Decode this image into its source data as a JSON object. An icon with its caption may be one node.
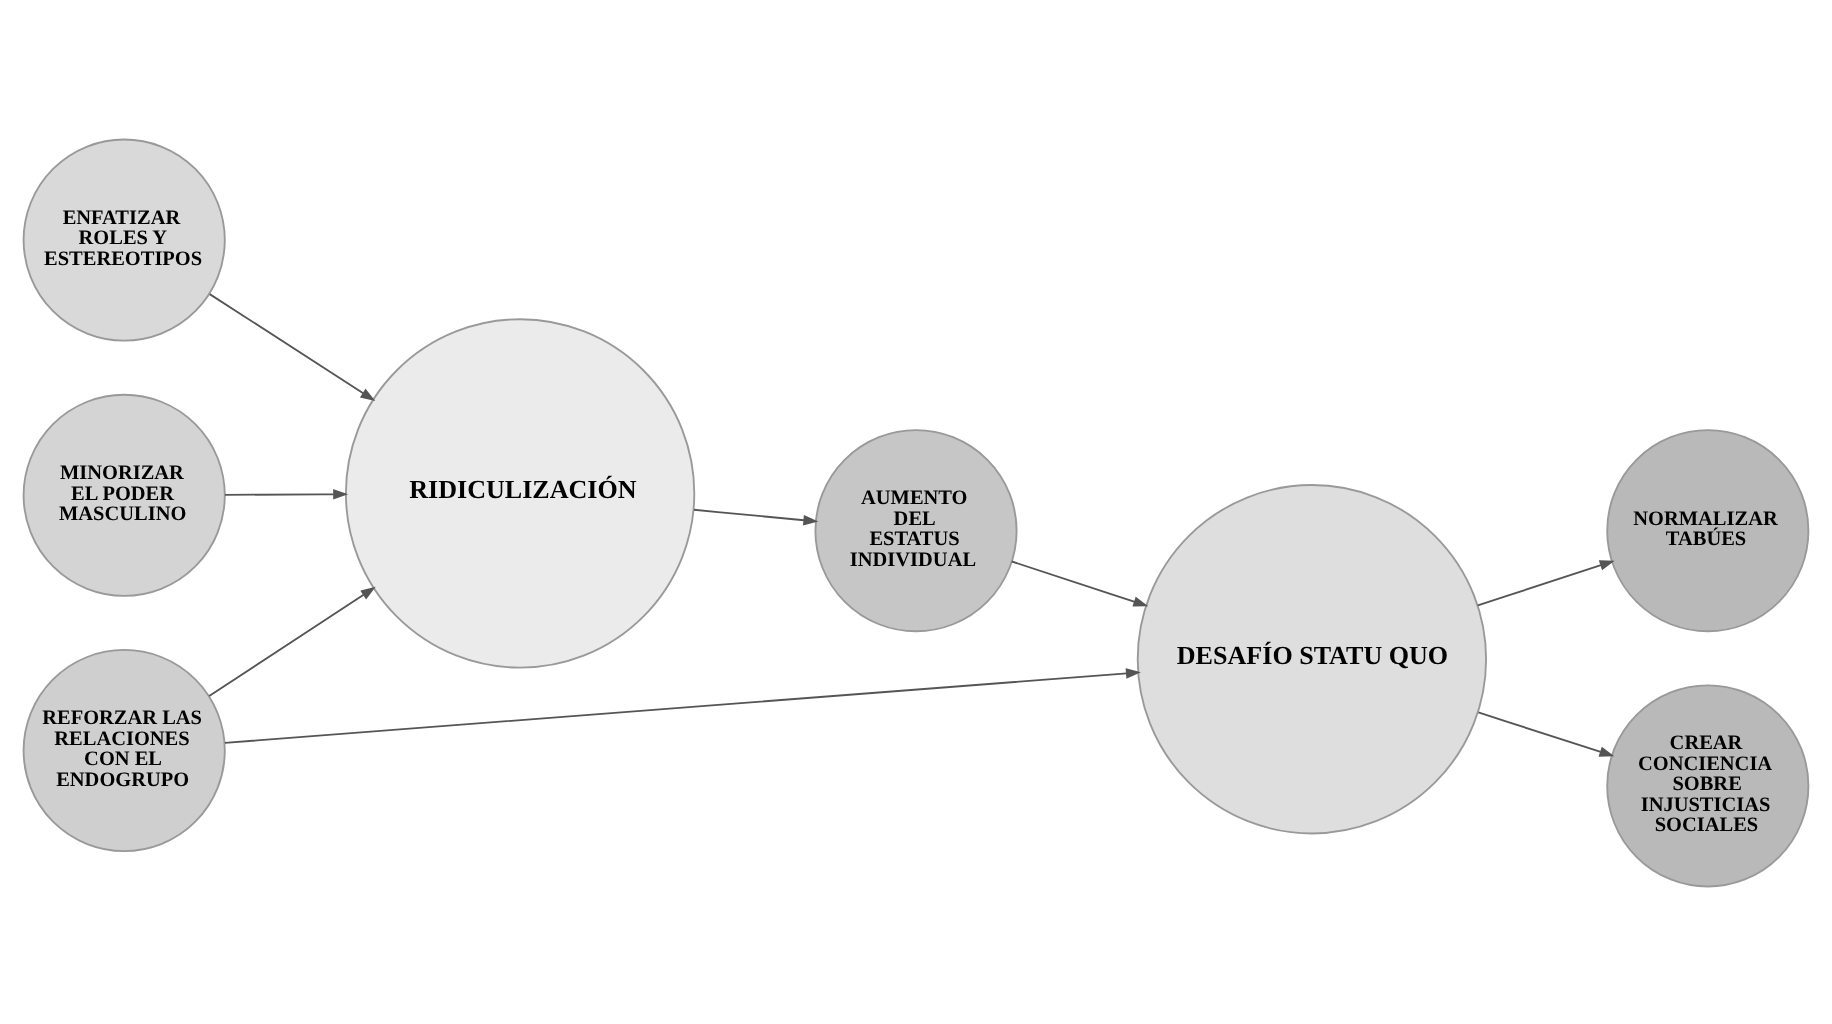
{
  "diagram": {
    "nodes": [
      {
        "text": [
          "ENFATIZAR ROLES Y ESTEREOTIPOS"
        ]
      },
      {
        "text": [
          "NORMALIZAR TABÚES"
        ]
      },
      {
        "text": [
          "RIDICULIZACIÓN"
        ]
      },
      {
        "text": [
          "DESAFÍO STATU QUO"
        ]
      },
      {
        "text": [
          "MINORIZAR EL PODER MASCULINO"
        ]
      },
      {
        "text": [
          "AUMENTO DEL ESTATUS INDIVIDUAL"
        ]
      },
      {
        "text": [
          "REFORZAR LAS RELACIONES CON EL ENDOGRUPO"
        ]
      },
      {
        "text": [
          "CREAR CONCIENCIA SOBRE INJUSTICIAS SOCIALES"
        ]
      }
    ],
    "edges": [
      {
        "from": 0,
        "to": 2,
        "arrow": "to"
      },
      {
        "from": 4,
        "to": 2,
        "arrow": "to"
      },
      {
        "from": 2,
        "to": 5,
        "arrow": "to"
      },
      {
        "from": 5,
        "to": 3,
        "arrow": "to"
      },
      {
        "from": 6,
        "to": 2,
        "arrow": "to"
      },
      {
        "from": 6,
        "to": 3,
        "arrow": "to"
      },
      {
        "from": 3,
        "to": 1,
        "arrow": "to"
      },
      {
        "from": 3,
        "to": 7,
        "arrow": "to"
      }
    ]
  }
}
